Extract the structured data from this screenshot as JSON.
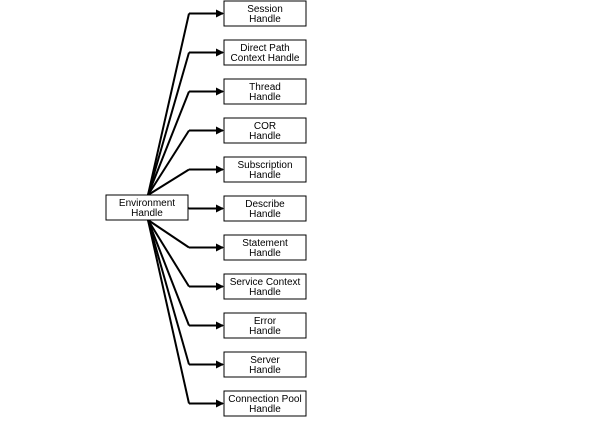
{
  "diagram": {
    "root": {
      "lines": [
        "Environment",
        "Handle"
      ]
    },
    "children": [
      {
        "lines": [
          "Session",
          "Handle"
        ]
      },
      {
        "lines": [
          "Direct Path",
          "Context Handle"
        ]
      },
      {
        "lines": [
          "Thread",
          "Handle"
        ]
      },
      {
        "lines": [
          "COR",
          "Handle"
        ]
      },
      {
        "lines": [
          "Subscription",
          "Handle"
        ]
      },
      {
        "lines": [
          "Describe",
          "Handle"
        ]
      },
      {
        "lines": [
          "Statement",
          "Handle"
        ]
      },
      {
        "lines": [
          "Service Context",
          "Handle"
        ]
      },
      {
        "lines": [
          "Error",
          "Handle"
        ]
      },
      {
        "lines": [
          "Server",
          "Handle"
        ]
      },
      {
        "lines": [
          "Connection Pool",
          "Handle"
        ]
      }
    ]
  }
}
